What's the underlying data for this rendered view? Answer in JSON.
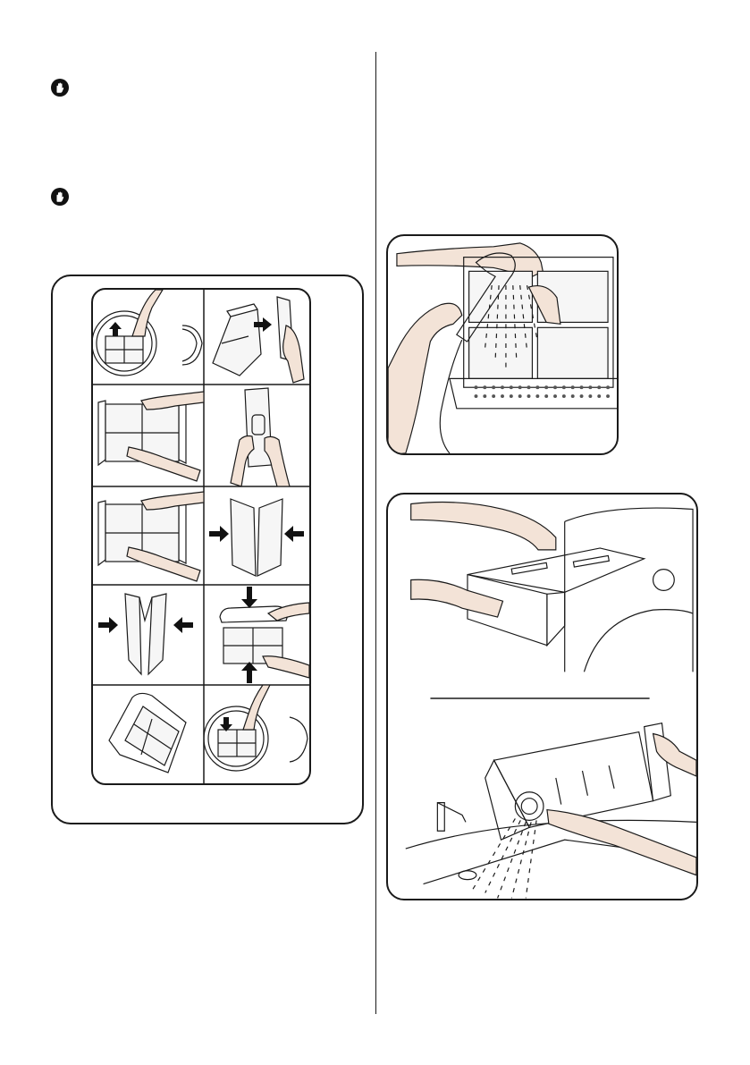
{
  "warnings": [
    {
      "icon": "stop-hand-icon"
    },
    {
      "icon": "stop-hand-icon"
    }
  ],
  "filter_steps": {
    "rows": 5,
    "columns": 2,
    "cells": [
      "remove-filter",
      "open-filter",
      "unfold-filter-1",
      "pull-inner-filter",
      "unfold-filter-2",
      "press-filter-sides",
      "close-filter-sides",
      "close-filter-lid",
      "filter-assembled",
      "insert-filter"
    ]
  },
  "figures": [
    {
      "icon": "rinse-filter-under-shower-illustration"
    },
    {
      "icon": "pull-out-water-tank-illustration"
    },
    {
      "icon": "empty-water-tank-in-sink-illustration"
    }
  ],
  "colors": {
    "line": "#1a1a1a",
    "skin": "#f3e3d7",
    "background": "#ffffff"
  }
}
